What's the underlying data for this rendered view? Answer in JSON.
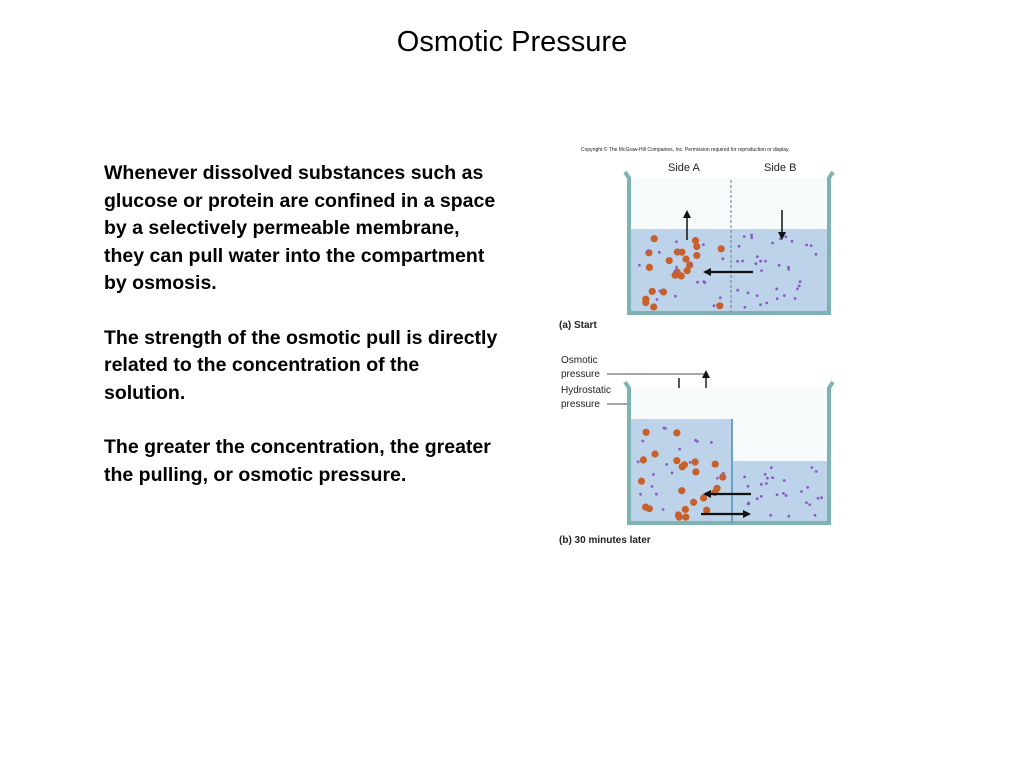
{
  "slide": {
    "title": "Osmotic Pressure",
    "paragraphs": [
      "Whenever dissolved substances such as glucose or protein are confined in a space by a selectively permeable membrane, they can pull water into the compartment by osmosis.",
      "The strength of the osmotic pull is directly related to the concentration of the solution.",
      "The greater the concentration, the greater the pulling, or osmotic pressure."
    ]
  },
  "figure": {
    "copyright": "Copyright © The McGraw-Hill Companies, Inc. Permission required for reproduction or display.",
    "side_a": "Side A",
    "side_b": "Side B",
    "caption_a": "(a) Start",
    "caption_b": "(b) 30 minutes later",
    "osmotic_label_1": "Osmotic",
    "osmotic_label_2": "pressure",
    "hydrostatic_label_1": "Hydrostatic",
    "hydrostatic_label_2": "pressure",
    "colors": {
      "water": "#bcd3ea",
      "beaker_wall": "#7fb3b3",
      "large_solute": "#c8602a",
      "small_solute": "#8a5cc4"
    }
  }
}
